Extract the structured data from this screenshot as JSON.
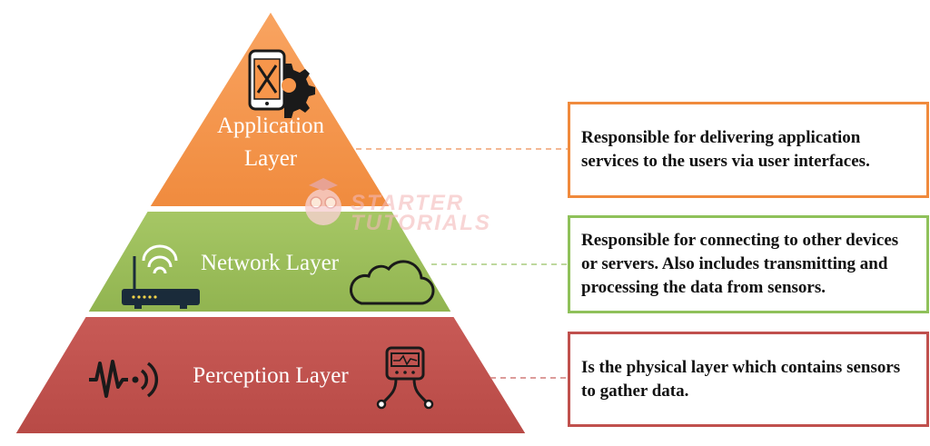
{
  "layers": {
    "application": {
      "title_line1": "Application",
      "title_line2": "Layer",
      "color": "#f7964b"
    },
    "network": {
      "title": "Network Layer",
      "color": "#9bbb59"
    },
    "perception": {
      "title": "Perception Layer",
      "color": "#c0504d"
    }
  },
  "descriptions": {
    "application": "Responsible for delivering application services to the users via user interfaces.",
    "network": "Responsible for connecting to other devices or servers. Also includes transmitting and processing the data from sensors.",
    "perception": "Is the physical layer which contains sensors to gather data."
  },
  "watermark": {
    "line1": "STARTER",
    "line2": "TUTORIALS"
  },
  "icons": {
    "application": [
      "smartphone-tools-icon",
      "gear-icon"
    ],
    "network": [
      "wifi-router-icon",
      "cloud-icon"
    ],
    "perception": [
      "signal-pulse-icon",
      "sensor-device-icon"
    ]
  }
}
